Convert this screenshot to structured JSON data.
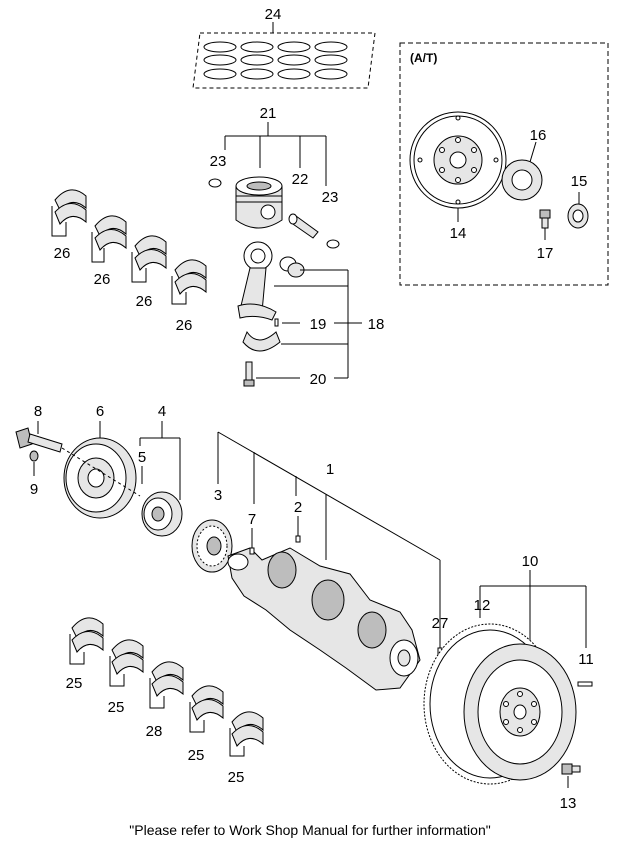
{
  "inset": {
    "label": "(A/T)"
  },
  "callouts": {
    "c1": "1",
    "c2": "2",
    "c3": "3",
    "c4": "4",
    "c5": "5",
    "c6": "6",
    "c7": "7",
    "c8": "8",
    "c9": "9",
    "c10": "10",
    "c11": "11",
    "c12": "12",
    "c13": "13",
    "c14": "14",
    "c15": "15",
    "c16": "16",
    "c17": "17",
    "c18": "18",
    "c19": "19",
    "c20": "20",
    "c21": "21",
    "c22": "22",
    "c23a": "23",
    "c23b": "23",
    "c24": "24",
    "c25a": "25",
    "c25b": "25",
    "c25c": "25",
    "c25d": "25",
    "c26a": "26",
    "c26b": "26",
    "c26c": "26",
    "c26d": "26",
    "c27": "27",
    "c28": "28"
  },
  "footer": {
    "note": "\"Please refer to Work Shop Manual for further information\""
  }
}
